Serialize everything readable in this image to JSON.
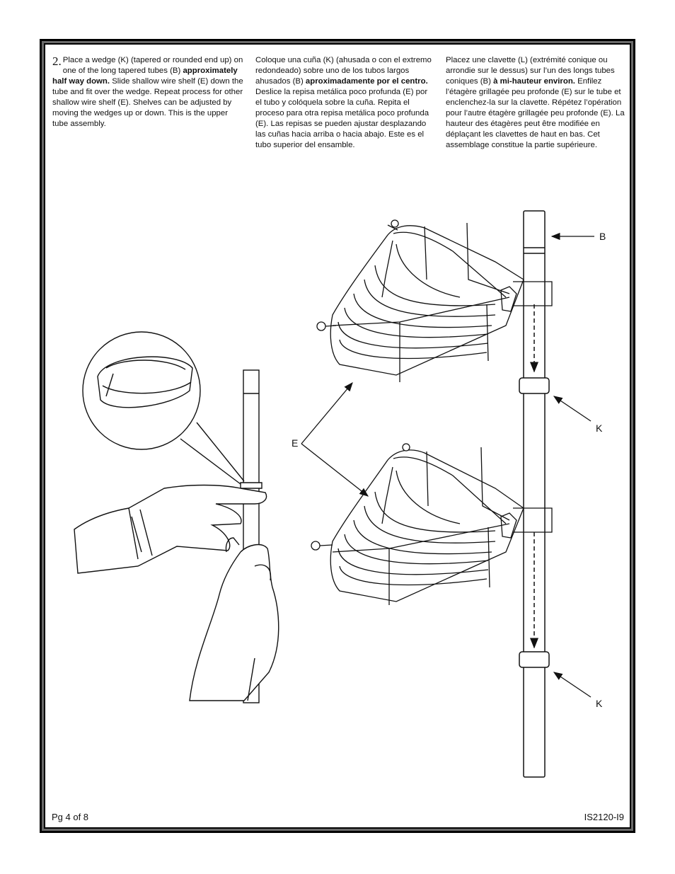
{
  "page": {
    "step_number": "2.",
    "english": {
      "part1": "Place a wedge (K) (tapered or rounded end up) on one of the long tapered tubes (B)",
      "bold1": "approximately half way down.",
      "part2": "Slide shallow wire shelf (E) down the tube and fit over the wedge. Repeat process for other shallow wire shelf (E). Shelves can be adjusted by moving the wedges up or down. This is the upper tube assembly."
    },
    "spanish": {
      "part1": "Coloque una cuña (K) (ahusada o con el extremo redondeado) sobre uno de los tubos largos ahusados (B)",
      "bold1": "aproximadamente por el centro.",
      "part2": "Deslice la repisa metálica poco profunda (E) por el tubo y colóquela sobre la cuña.  Repita el proceso para otra repisa metálica poco profunda (E). Las repisas se pueden ajustar desplazando las cuñas hacia arriba o hacia abajo. Este es el tubo superior del ensamble."
    },
    "french": {
      "part1": "Placez une clavette (L) (extrémité conique ou arrondie sur le dessus) sur l’un des longs tubes coniques (B)",
      "bold1": "à mi-hauteur environ.",
      "part2": "Enfilez l’étagère grillagée peu profonde (E) sur le tube et enclenchez-la sur la clavette. Répétez l’opération pour l’autre étagère grillagée peu profonde (E). La hauteur des étagères peut être modifiée en déplaçant les clavettes de haut en bas. Cet assemblage constitue la partie supérieure."
    },
    "labels": {
      "b": "B",
      "e": "E",
      "k_upper": "K",
      "k_lower": "K"
    },
    "footer": {
      "page": "Pg 4 of 8",
      "doc_id": "IS2120-I9"
    }
  }
}
